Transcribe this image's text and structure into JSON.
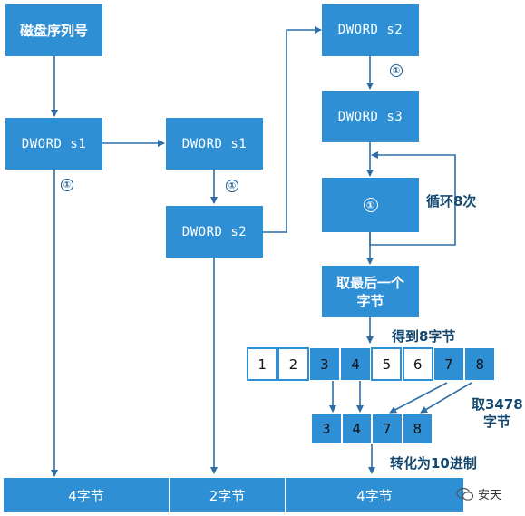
{
  "boxes": {
    "serial": "磁盘序列号",
    "dword_s1_a": "DWORD s1",
    "dword_s1_b": "DWORD s1",
    "dword_s2_a": "DWORD s2",
    "dword_s2_top": "DWORD s2",
    "dword_s3": "DWORD s3",
    "loop_step": "①",
    "take_last_line1": "取最后一个",
    "take_last_line2": "字节"
  },
  "markers": {
    "m1": "①",
    "m2": "①",
    "m3": "①"
  },
  "labels": {
    "loop": "循环8次",
    "get_bytes": "得到8字节",
    "pick_line1": "取3478",
    "pick_line2": "字节",
    "convert": "转化为10进制"
  },
  "bytes_row": [
    "1",
    "2",
    "3",
    "4",
    "5",
    "6",
    "7",
    "8"
  ],
  "bytes_row_colors": [
    "white",
    "white",
    "blue",
    "blue",
    "white",
    "white",
    "blue",
    "blue"
  ],
  "picked_bytes": [
    "3",
    "4",
    "7",
    "8"
  ],
  "bottom_bar": [
    "4字节",
    "2字节",
    "4字节"
  ],
  "watermark": "安天",
  "colors": {
    "box": "#2e8fd4",
    "arrow": "#2e6ea6",
    "label": "#13476e"
  }
}
